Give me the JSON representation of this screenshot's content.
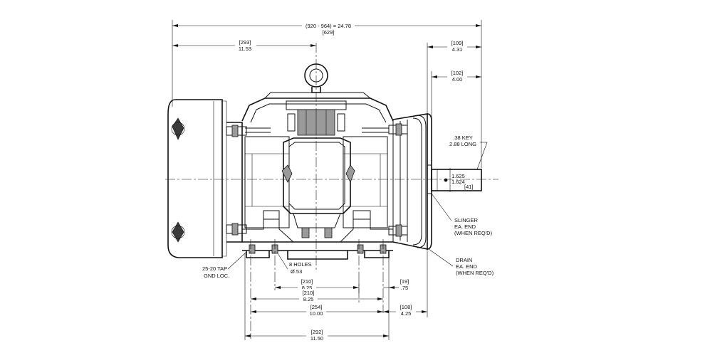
{
  "dimensions": {
    "overall_length": {
      "line1": "(920 - 964) = 24.78",
      "line2": "[629]"
    },
    "eyebolt_offset": {
      "line1": "[293]",
      "line2": "11.53"
    },
    "shaft_extension": {
      "line1": "[109]",
      "line2": "4.31"
    },
    "shaft_length": {
      "line1": "[102]",
      "line2": "4.00"
    },
    "key": {
      "line1": ".38 KEY",
      "line2": "2.88 LONG"
    },
    "shaft_diameter": {
      "line1": "1.625",
      "line2": "1.624",
      "line3": "[41]"
    },
    "foot_offset": {
      "line1": "[19]",
      "line2": ".75"
    },
    "bolt_spacing_a": {
      "line1": "[210]",
      "line2": "8.25"
    },
    "bolt_spacing_b": {
      "line1": "[210]",
      "line2": "8.25"
    },
    "base_width": {
      "line1": "[254]",
      "line2": "10.00"
    },
    "end_offset": {
      "line1": "[108]",
      "line2": "4.25"
    },
    "base_overall": {
      "line1": "[292]",
      "line2": "11.50"
    }
  },
  "callouts": {
    "tap": {
      "line1": "25-20 TAP",
      "line2": "GND LOC."
    },
    "holes": {
      "line1": "8 HOLES",
      "line2": "Ø.53"
    },
    "slinger": {
      "line1": "SLINGER",
      "line2": "EA. END",
      "line3": "(WHEN REQ'D)"
    },
    "drain": {
      "line1": "DRAIN",
      "line2": "EA. END",
      "line3": "(WHEN REQ'D)"
    }
  }
}
